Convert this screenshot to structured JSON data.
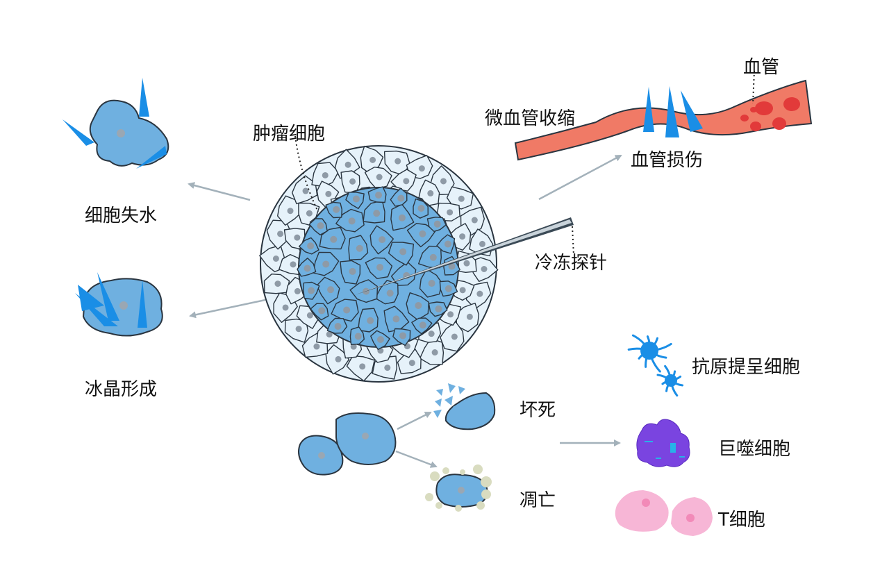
{
  "labels": {
    "tumor_cells": "肿瘤细胞",
    "cell_dehydration": "细胞失水",
    "ice_crystal": "冰晶形成",
    "microvessel_contraction": "微血管收缩",
    "blood_vessel": "血管",
    "vessel_damage": "血管损伤",
    "cryoprobe": "冷冻探针",
    "necrosis": "坏死",
    "apoptosis": "凋亡",
    "apc": "抗原提呈细胞",
    "macrophage": "巨噬细胞",
    "t_cell": "T细胞"
  },
  "colors": {
    "cell_blue": "#6fb0e0",
    "cell_light": "#e6f2fa",
    "ice_blue": "#1a8ee6",
    "vessel": "#f07a66",
    "rbc": "#e23a3a",
    "macrophage": "#7a44e0",
    "t_cell": "#f7b6d6",
    "arrow": "#a3b1ba",
    "apoptotic_body": "#d9dcc0"
  },
  "icons": [
    "tumor-mass",
    "cryoprobe-needle",
    "blood-vessel",
    "dendritic-cell",
    "macrophage-cell",
    "t-cell"
  ]
}
